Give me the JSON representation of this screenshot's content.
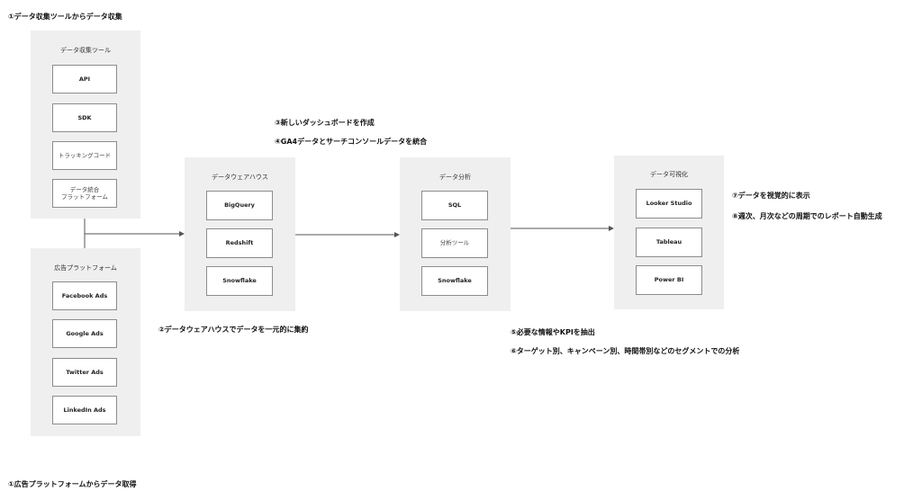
{
  "notes": {
    "n1_top": "①データ収集ツールからデータ収集",
    "n1_bottom": "①広告プラットフォームからデータ取得",
    "n2": "②データウェアハウスでデータを一元的に集約",
    "n3": "③新しいダッシュボードを作成",
    "n4": "④GA4データとサーチコンソールデータを統合",
    "n5": "⑤必要な情報やKPIを抽出",
    "n6": "⑥ターゲット別、キャンペーン別、時間帯別などのセグメントでの分析",
    "n7": "⑦データを視覚的に表示",
    "n8": "⑧週次、月次などの周期でのレポート自動生成"
  },
  "collection_tools": {
    "title": "データ収集ツール",
    "items": [
      "API",
      "SDK",
      "トラッキングコード",
      "データ統合\nプラットフォーム"
    ]
  },
  "ad_platforms": {
    "title": "広告プラットフォーム",
    "items": [
      "Facebook Ads",
      "Google Ads",
      "Twitter Ads",
      "LinkedIn Ads"
    ]
  },
  "warehouse": {
    "title": "データウェアハウス",
    "items": [
      "BigQuery",
      "Redshift",
      "Snowflake"
    ]
  },
  "analysis": {
    "title": "データ分析",
    "items": [
      "SQL",
      "分析ツール",
      "Snowflake"
    ]
  },
  "visualization": {
    "title": "データ可視化",
    "items": [
      "Looker Studio",
      "Tableau",
      "Power BI"
    ]
  },
  "colors": {
    "panel": "#efefef",
    "box_border": "#8c8c8c",
    "line": "#555555"
  }
}
